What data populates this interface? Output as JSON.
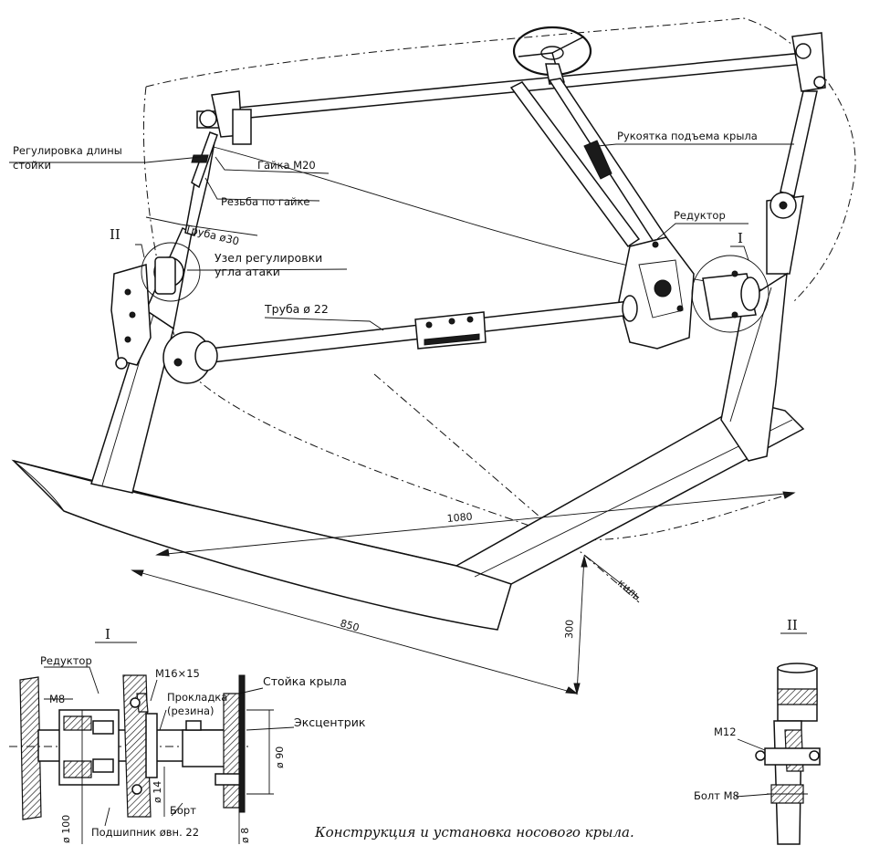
{
  "caption": "Конструкция и установка носового крыла.",
  "labels": {
    "length_adjust_line1": "Регулировка длины",
    "length_adjust_line2": "стойки",
    "nut": "Гайка М20",
    "thread": "Резьба по гайке",
    "tube30": "Труба ø30",
    "angle_unit_line1": "Узел регулировки",
    "angle_unit_line2": "угла атаки",
    "tube22": "Труба ø 22",
    "lift_handle": "Рукоятка подъема крыла",
    "reducer": "Редуктор",
    "keel": "киль",
    "mark_I": "I",
    "mark_II": "II"
  },
  "dimensions": {
    "span": "1080",
    "chord": "850",
    "height": "300"
  },
  "detail_I": {
    "title": "I",
    "reducer": "Редуктор",
    "m8": "М8",
    "m16": "М16×15",
    "gasket_line1": "Прокладка",
    "gasket_line2": "(резина)",
    "wing_post": "Стойка крыла",
    "eccentric": "Эксцентрик",
    "d90": "ø 90",
    "d14": "ø 14",
    "flange": "Борт",
    "d100": "ø 100",
    "bearing": "Подшипник øвн. 22",
    "d8": "ø 8"
  },
  "detail_II": {
    "title": "II",
    "m12": "М12",
    "bolt": "Болт М8"
  }
}
